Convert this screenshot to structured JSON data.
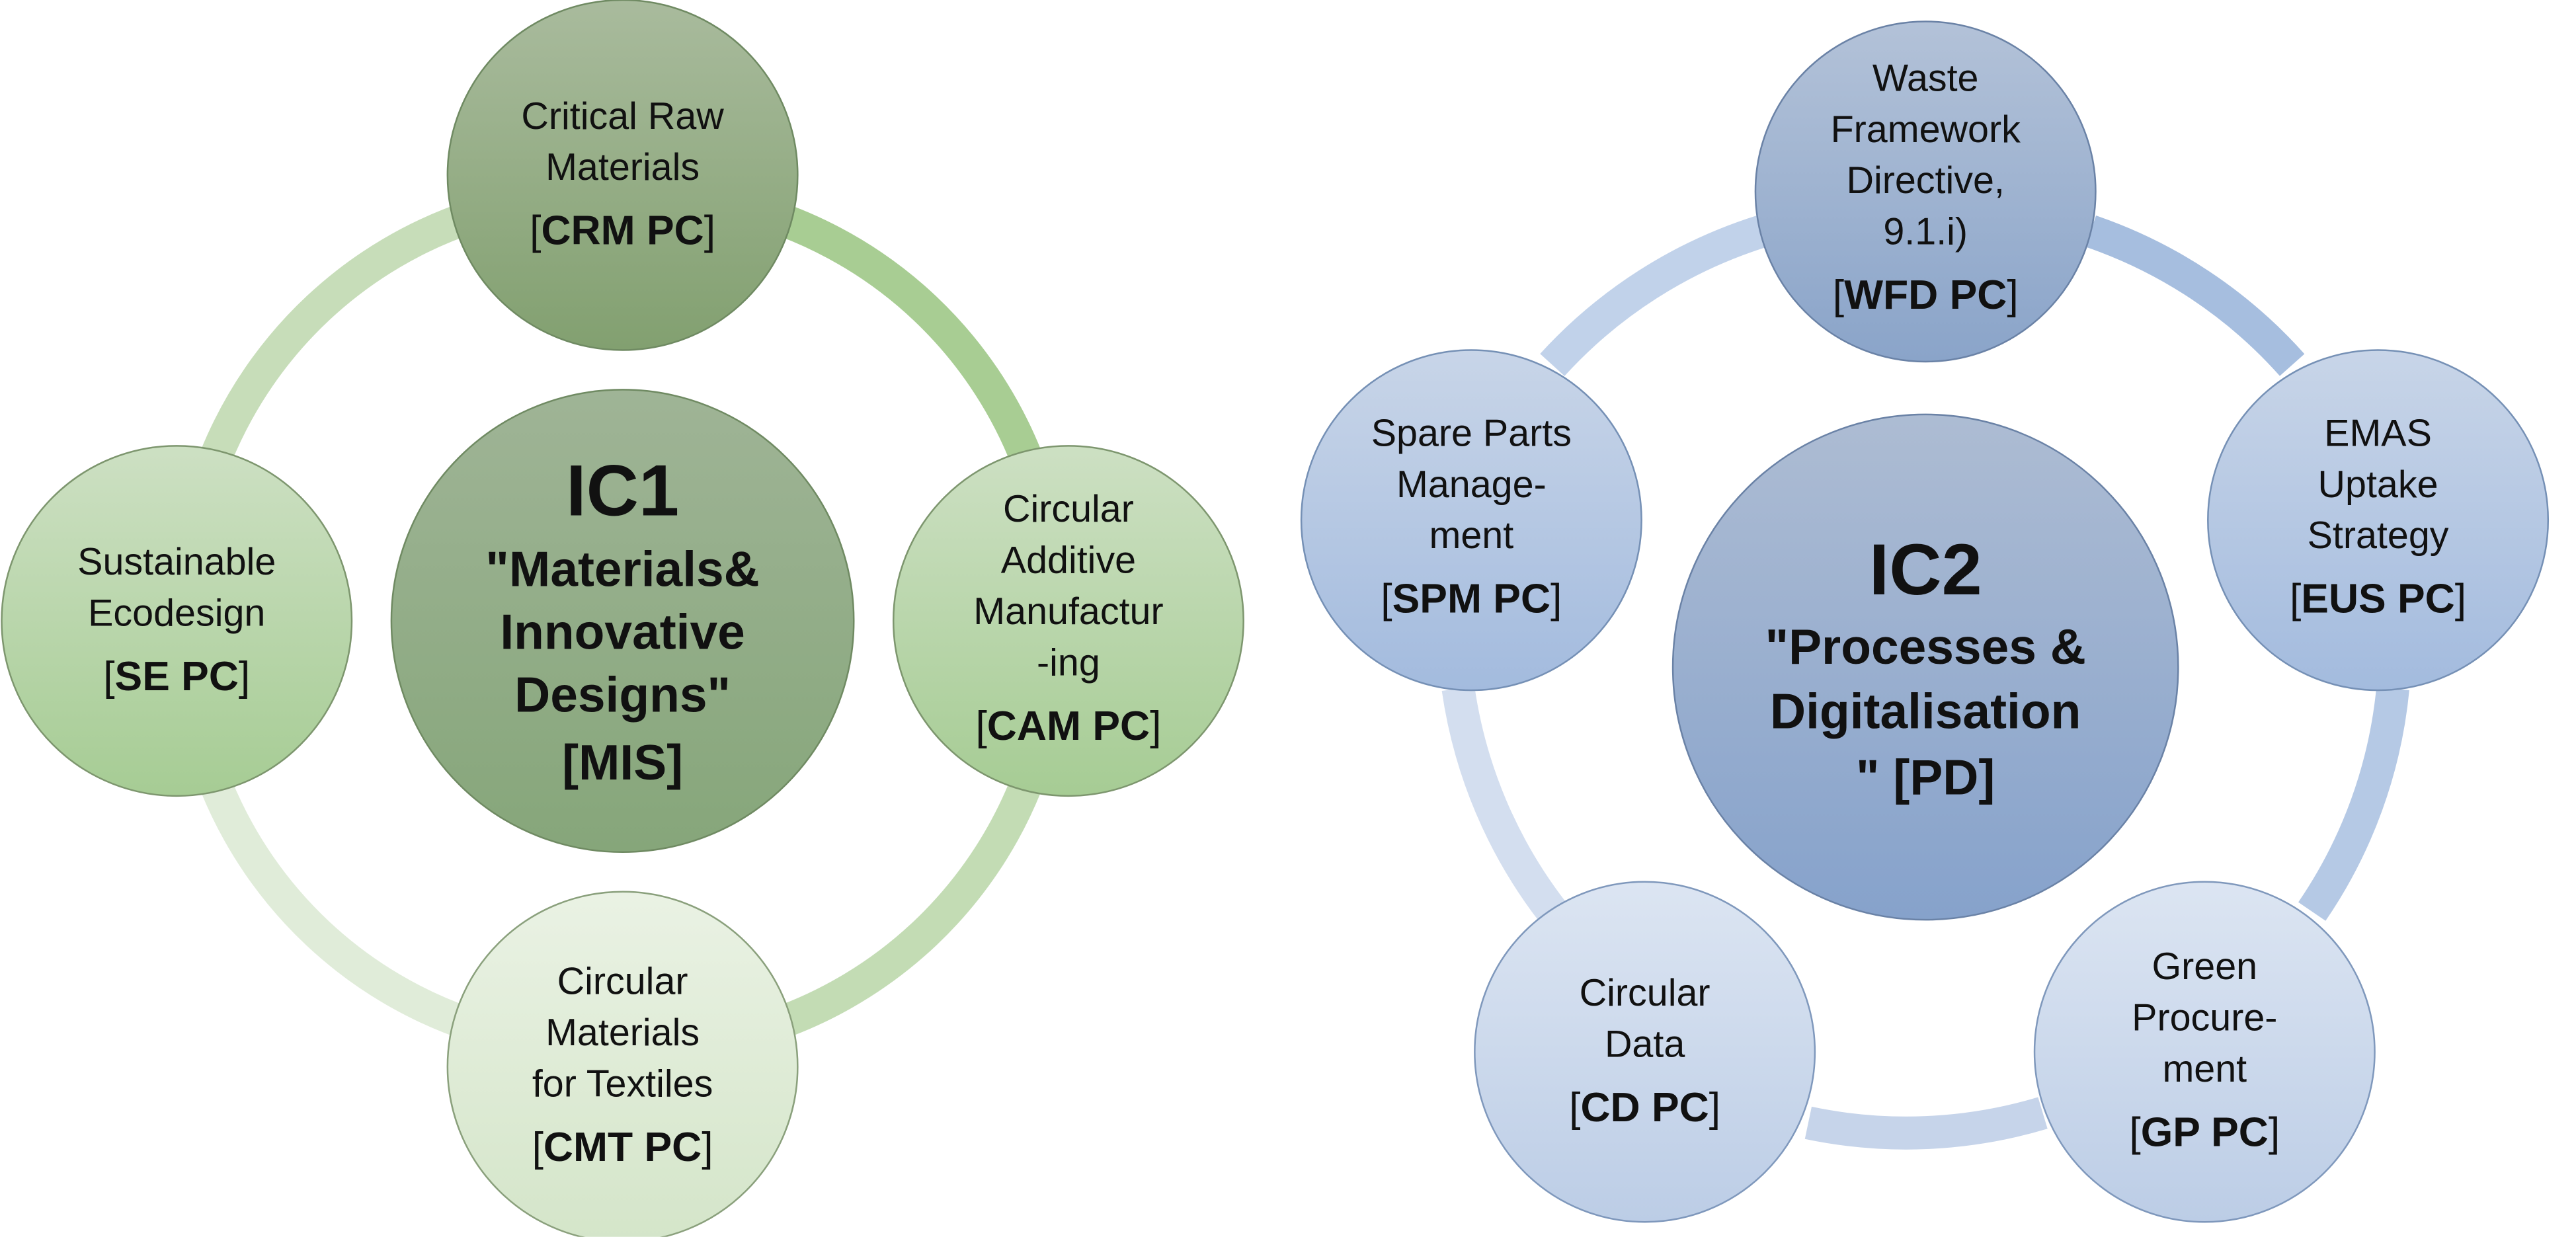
{
  "ic1": {
    "center": {
      "title": "IC1",
      "line1": "\"Materials&",
      "line2": "Innovative",
      "line3": "Designs\"",
      "code": "[MIS]"
    },
    "crm": {
      "line1": "Critical Raw",
      "line2": "Materials",
      "code": "CRM PC"
    },
    "cam": {
      "line1": "Circular",
      "line2": "Additive",
      "line3": "Manufactur",
      "line4": "-ing",
      "code": "CAM PC"
    },
    "cmt": {
      "line1": "Circular",
      "line2": "Materials",
      "line3": "for Textiles",
      "code": "CMT PC"
    },
    "se": {
      "line1": "Sustainable",
      "line2": "Ecodesign",
      "code": "SE PC"
    }
  },
  "ic2": {
    "center": {
      "title": "IC2",
      "line1": "\"Processes &",
      "line2": "Digitalisation",
      "line3": "\" [PD]"
    },
    "wfd": {
      "line1": "Waste",
      "line2": "Framework",
      "line3": "Directive,",
      "line4": "9.1.i)",
      "code": "WFD PC"
    },
    "eus": {
      "line1": "EMAS",
      "line2": "Uptake",
      "line3": "Strategy",
      "code": "EUS PC"
    },
    "gp": {
      "line1": "Green",
      "line2": "Procure-",
      "line3": "ment",
      "code": "GP PC"
    },
    "cd": {
      "line1": "Circular",
      "line2": "Data",
      "code": "CD PC"
    },
    "spm": {
      "line1": "Spare Parts",
      "line2": "Manage-",
      "line3": "ment",
      "code": "SPM PC"
    }
  }
}
